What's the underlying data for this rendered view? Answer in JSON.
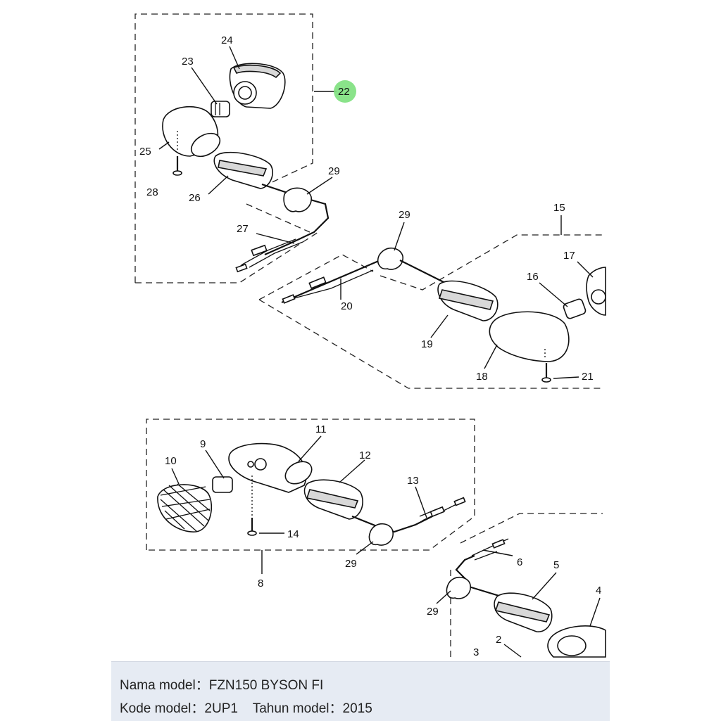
{
  "diagram": {
    "callouts": [
      "24",
      "23",
      "22",
      "25",
      "28",
      "26",
      "29",
      "27",
      "15",
      "17",
      "29",
      "16",
      "20",
      "19",
      "18",
      "21",
      "11",
      "9",
      "10",
      "12",
      "13",
      "14",
      "29",
      "8",
      "6",
      "5",
      "4",
      "29",
      "2",
      "3"
    ],
    "highlight_color": "#7de07d"
  },
  "info": {
    "model_name_label": "Nama model：",
    "model_name": "FZN150 BYSON FI",
    "model_code_label": "Kode model：",
    "model_code": "2UP1",
    "model_year_label": "Tahun model：",
    "model_year": "2015"
  }
}
